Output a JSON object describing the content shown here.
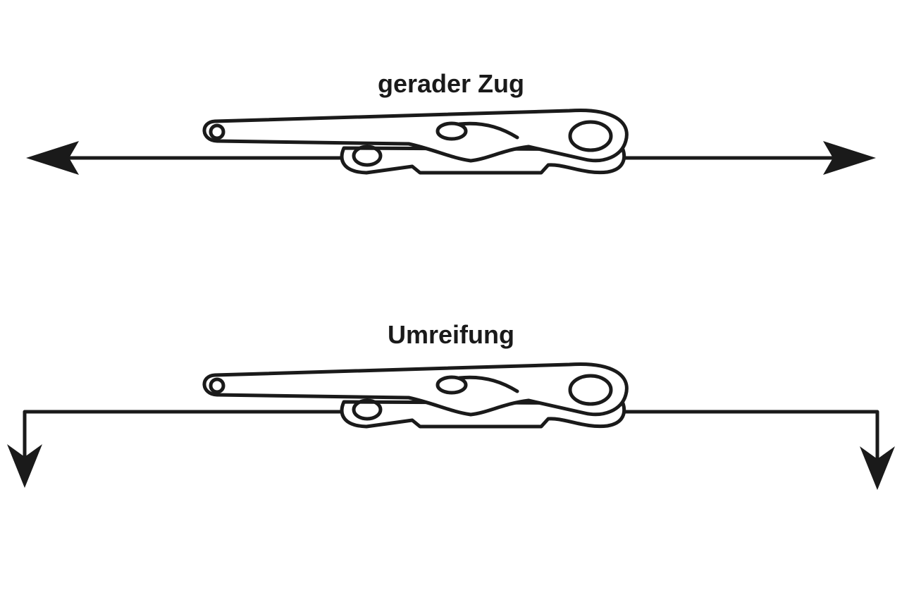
{
  "diagrams": [
    {
      "title": "gerader Zug",
      "mode": "straight"
    },
    {
      "title": "Umreifung",
      "mode": "wrap"
    }
  ],
  "colors": {
    "stroke": "#1a1a1a",
    "background": "#ffffff"
  },
  "icons": {
    "buckle": "ratchet-buckle-icon",
    "arrow": "arrowhead"
  }
}
